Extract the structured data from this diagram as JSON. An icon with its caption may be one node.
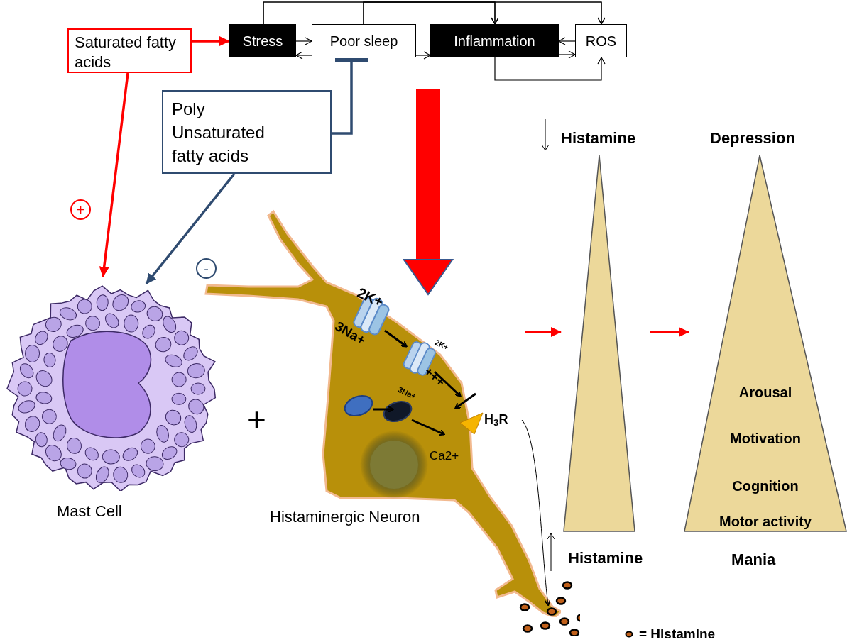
{
  "diagram": {
    "nodes": [
      {
        "text": [
          "Saturated fatty acids"
        ]
      },
      {
        "text": [
          "Stress"
        ]
      },
      {
        "text": [
          "Poor sleep"
        ]
      },
      {
        "text": [
          "Inflammation"
        ]
      },
      {
        "text": [
          "ROS"
        ]
      },
      {
        "text": [
          "Poly Unsaturated fatty acids"
        ]
      },
      {
        "text": [],
        "shape": "picture",
        "beside": [
          "Mast Cell"
        ]
      },
      {
        "text": [],
        "shape": "picture",
        "beside": [
          "Histaminergic Neuron"
        ]
      },
      {
        "text": [],
        "shape": "triangle",
        "beside": [
          "Histamine"
        ]
      },
      {
        "text": [
          "Arousal",
          "Motivation",
          "Cognition",
          "Motor activity"
        ],
        "beside": [
          "Depression",
          "Mania"
        ]
      }
    ],
    "edges": [
      {
        "from": 0,
        "to": 1,
        "arrow": "to",
        "style": "thick",
        "color": "#ff0000"
      },
      {
        "from": 0,
        "to": 6,
        "arrow": "to",
        "label": "+",
        "style": "thick",
        "color": "#ff0000"
      },
      {
        "from": 5,
        "to": 6,
        "arrow": "to",
        "label": "-",
        "style": "thick",
        "color": "#2f4b70"
      },
      {
        "from": 5,
        "to": 2,
        "arrow": "other",
        "style": "thick",
        "color": "#2f4b70"
      },
      {
        "from": 1,
        "to": 2,
        "arrow": "to"
      },
      {
        "from": 2,
        "to": 1,
        "arrow": "to"
      },
      {
        "from": 2,
        "to": 3,
        "arrow": "to"
      },
      {
        "from": 3,
        "to": 4,
        "arrow": "to"
      },
      {
        "from": 4,
        "to": 3,
        "arrow": "to"
      },
      {
        "from": 1,
        "to": 3,
        "arrow": "to"
      },
      {
        "from": 2,
        "to": 3,
        "arrow": "to"
      },
      {
        "from": 1,
        "to": 4,
        "arrow": "to"
      },
      {
        "from": 2,
        "to": 4,
        "arrow": "to"
      },
      {
        "from": 3,
        "to": 4,
        "arrow": "to"
      },
      {
        "from": 3,
        "to": 7,
        "arrow": "to",
        "style": "thick",
        "color": "#ff0000"
      },
      {
        "from": null,
        "to": 8,
        "arrow": "to",
        "style": "thick",
        "color": "#ff0000"
      },
      {
        "from": 8,
        "to": 9,
        "arrow": "to",
        "style": "thick",
        "color": "#ff0000"
      }
    ],
    "labels": [
      "2K+",
      "3Na+",
      "2K+",
      "3Na+",
      "+++",
      "H$_{3}$R",
      "Ca2+",
      "+",
      "Histamine"
    ],
    "legend": [
      {
        "text": "= Histamine"
      }
    ]
  }
}
